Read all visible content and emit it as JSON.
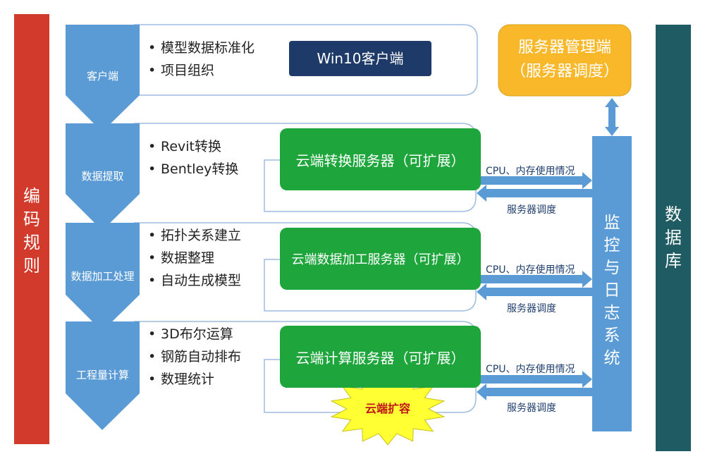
{
  "left_bar": {
    "label": "编码规则",
    "color": "#d23b2b"
  },
  "right_bar": {
    "label": "数据库",
    "color": "#1f5b63"
  },
  "monitor_bar": {
    "label": "监控与日志系统",
    "color": "#5b9bd5"
  },
  "server_manager": {
    "line1": "服务器管理端",
    "line2": "（服务器调度）",
    "color": "#f9b82a"
  },
  "client": {
    "label": "Win10客户端",
    "color": "#1e3a68"
  },
  "stages": [
    {
      "label": "客户端",
      "bullets": [
        "模型数据标准化",
        "项目组织"
      ]
    },
    {
      "label": "数据提取",
      "bullets": [
        "Revit转换",
        "Bentley转换"
      ],
      "server": "云端转换服务器（可扩展）"
    },
    {
      "label": "数据加工处理",
      "bullets": [
        "拓扑关系建立",
        "数据整理",
        "自动生成模型"
      ],
      "server": "云端数据加工服务器（可扩展）"
    },
    {
      "label": "工程量计算",
      "bullets": [
        "3D布尔运算",
        "钢筋自动排布",
        "数理统计"
      ],
      "server": "云端计算服务器（可扩展）"
    }
  ],
  "arrow_labels": {
    "up": "CPU、内存使用情况",
    "down": "服务器调度"
  },
  "burst": {
    "label": "云端扩容",
    "fill": "#ffff33",
    "text_color": "#c0161a"
  },
  "colors": {
    "chevron": "#5b9bd5",
    "server_green": "#1ea63c",
    "panel_border": "#9dbce0"
  }
}
